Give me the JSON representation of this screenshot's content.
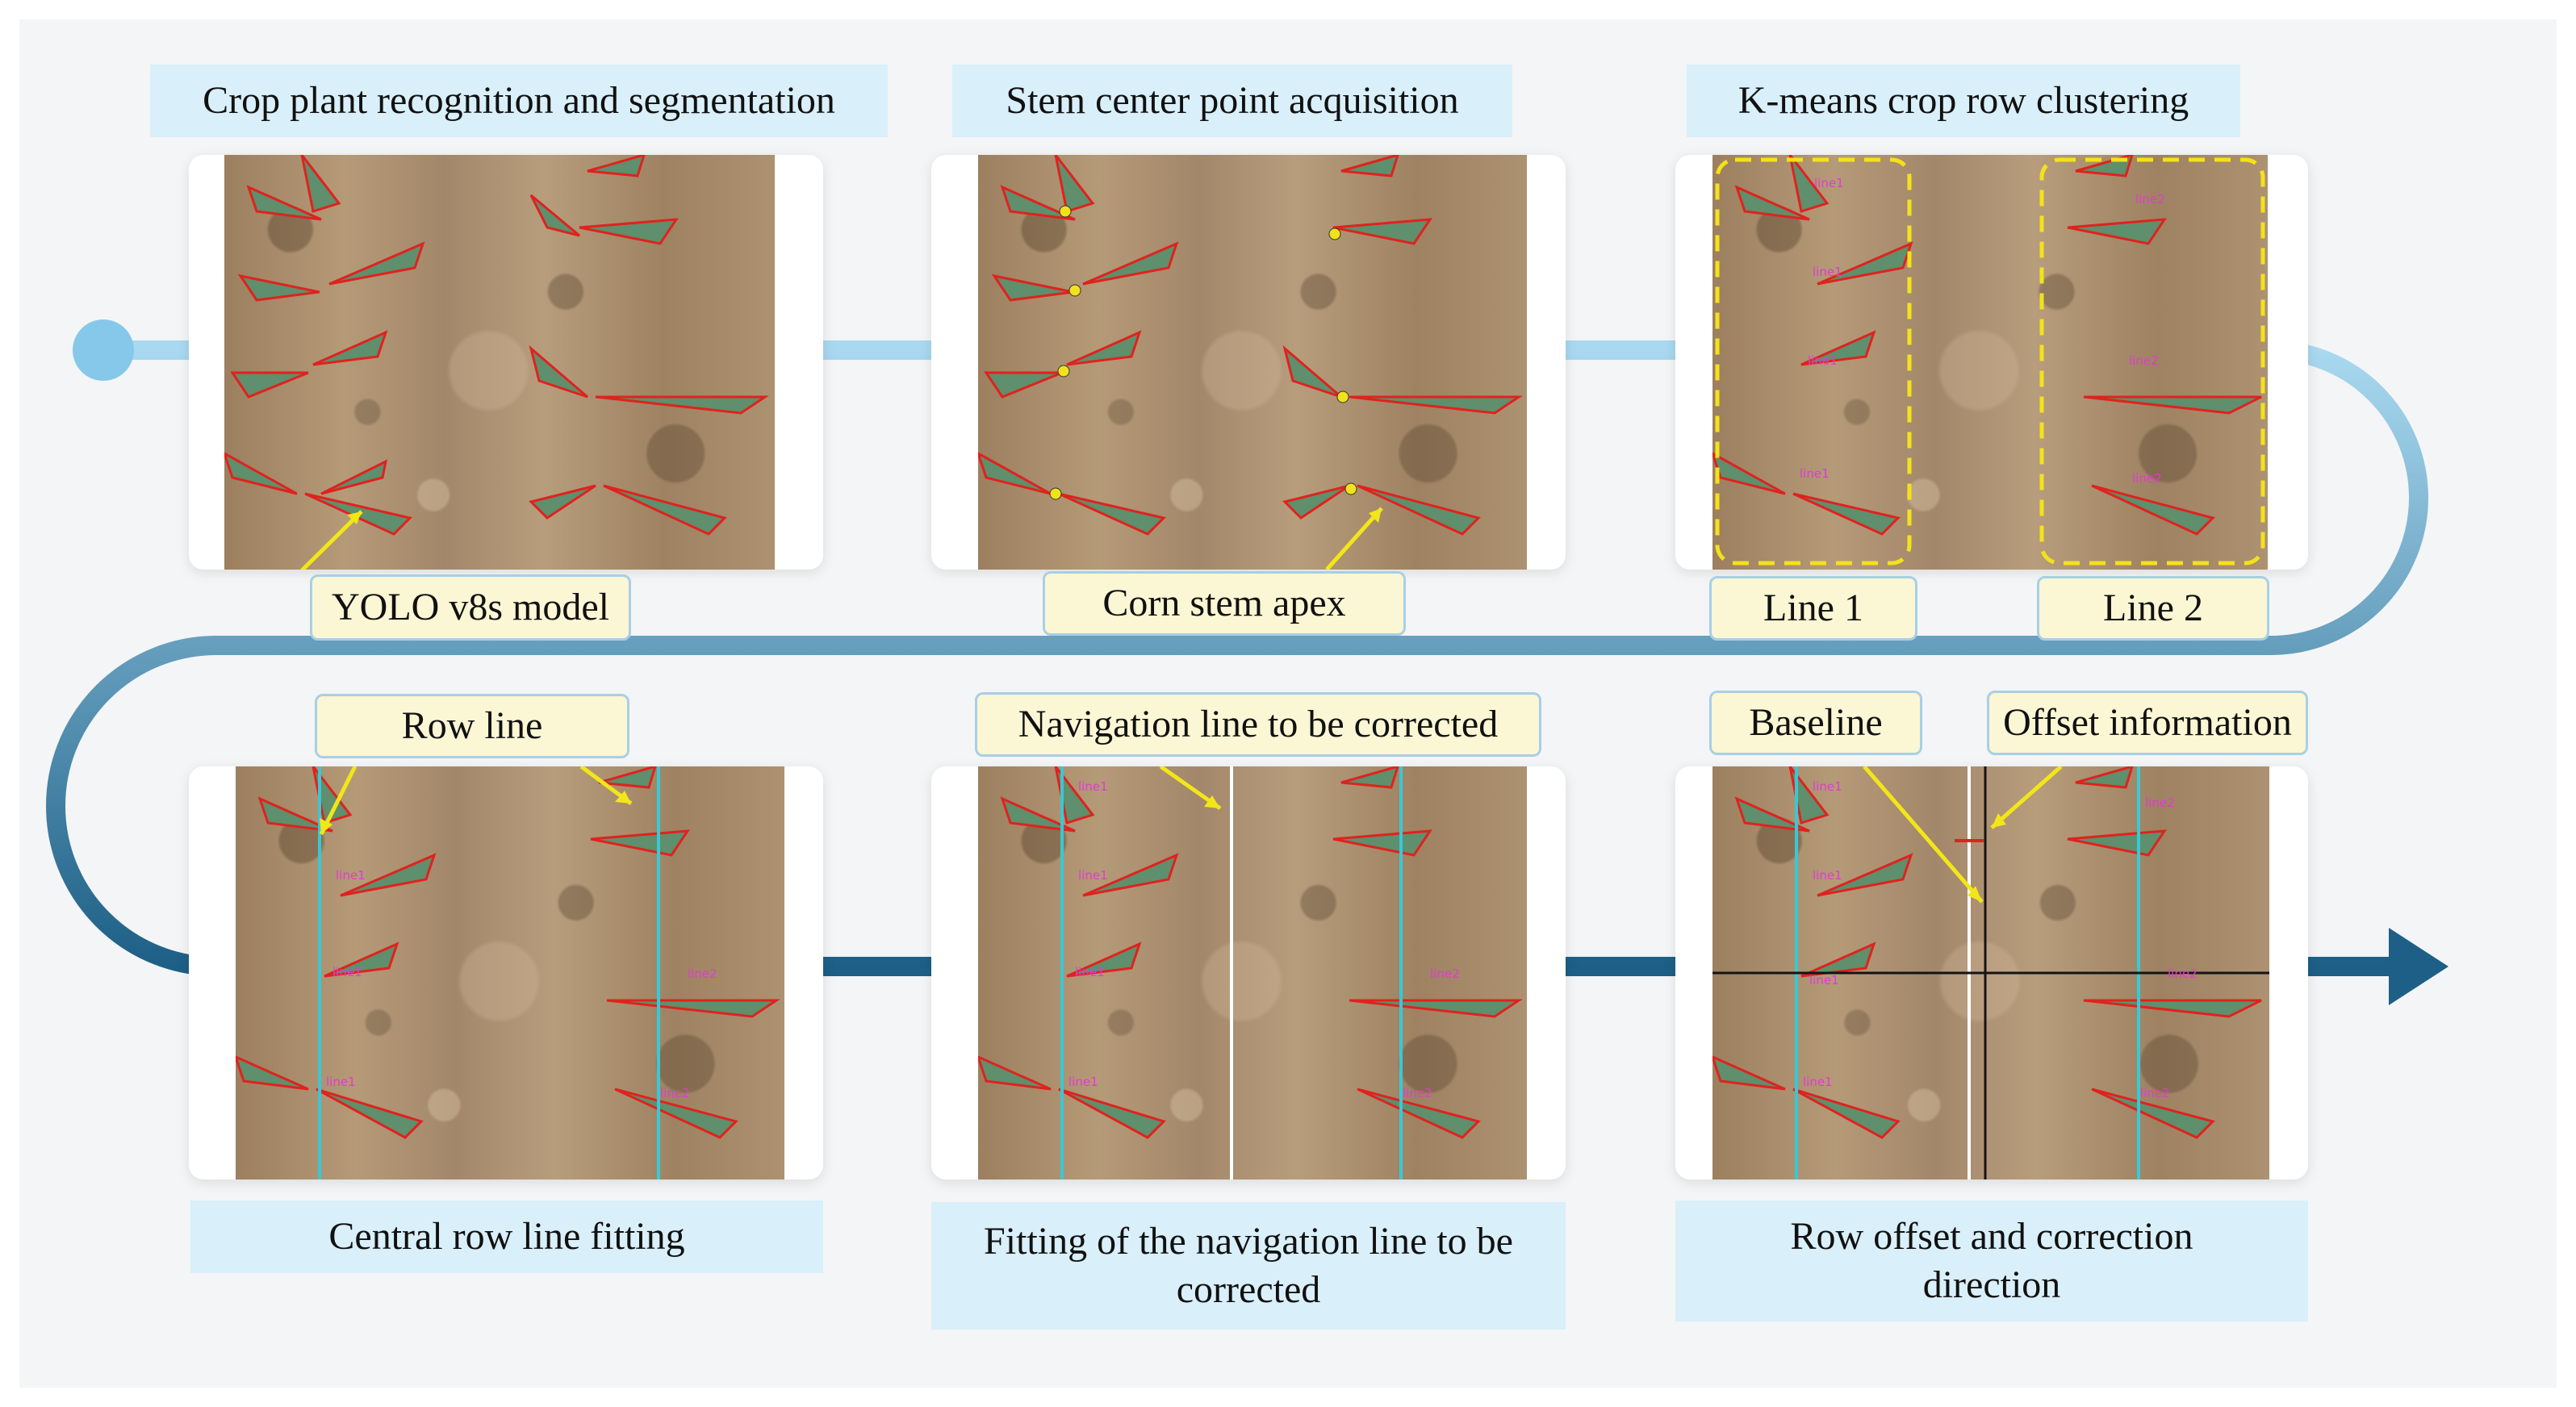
{
  "steps": [
    {
      "title": "Crop plant recognition and segmentation",
      "callouts": [
        "YOLO v8s model"
      ]
    },
    {
      "title": "Stem center point acquisition",
      "callouts": [
        "Corn stem apex"
      ]
    },
    {
      "title": "K-means crop row clustering",
      "callouts": [
        "Line 1",
        "Line 2"
      ]
    },
    {
      "title": "Central row line fitting",
      "callouts": [
        "Row line"
      ]
    },
    {
      "title": "Fitting of the navigation line to be corrected",
      "callouts": [
        "Navigation line to be corrected"
      ]
    },
    {
      "title": "Row offset and correction direction",
      "callouts": [
        "Baseline",
        "Offset information"
      ]
    }
  ],
  "image_labels": {
    "row1": "line1",
    "row2": "line2"
  },
  "colors": {
    "flow_light": "#9fd3ee",
    "flow_dark": "#1d5f86",
    "start_dot": "#86c8ea",
    "title_bg": "#d9eff9",
    "callout_bg": "#fbf6d4",
    "callout_border": "#a8cfe6",
    "plant_outline": "#e0221e",
    "plant_fill": "#5f8f6c",
    "stem_point": "#f2e21a",
    "cluster_box": "#f3e21a",
    "row_line": "#38c8d6",
    "nav_line": "#ffffff",
    "baseline": "#141414",
    "arrow": "#f2e619",
    "plant_label": "#e23ad0"
  }
}
